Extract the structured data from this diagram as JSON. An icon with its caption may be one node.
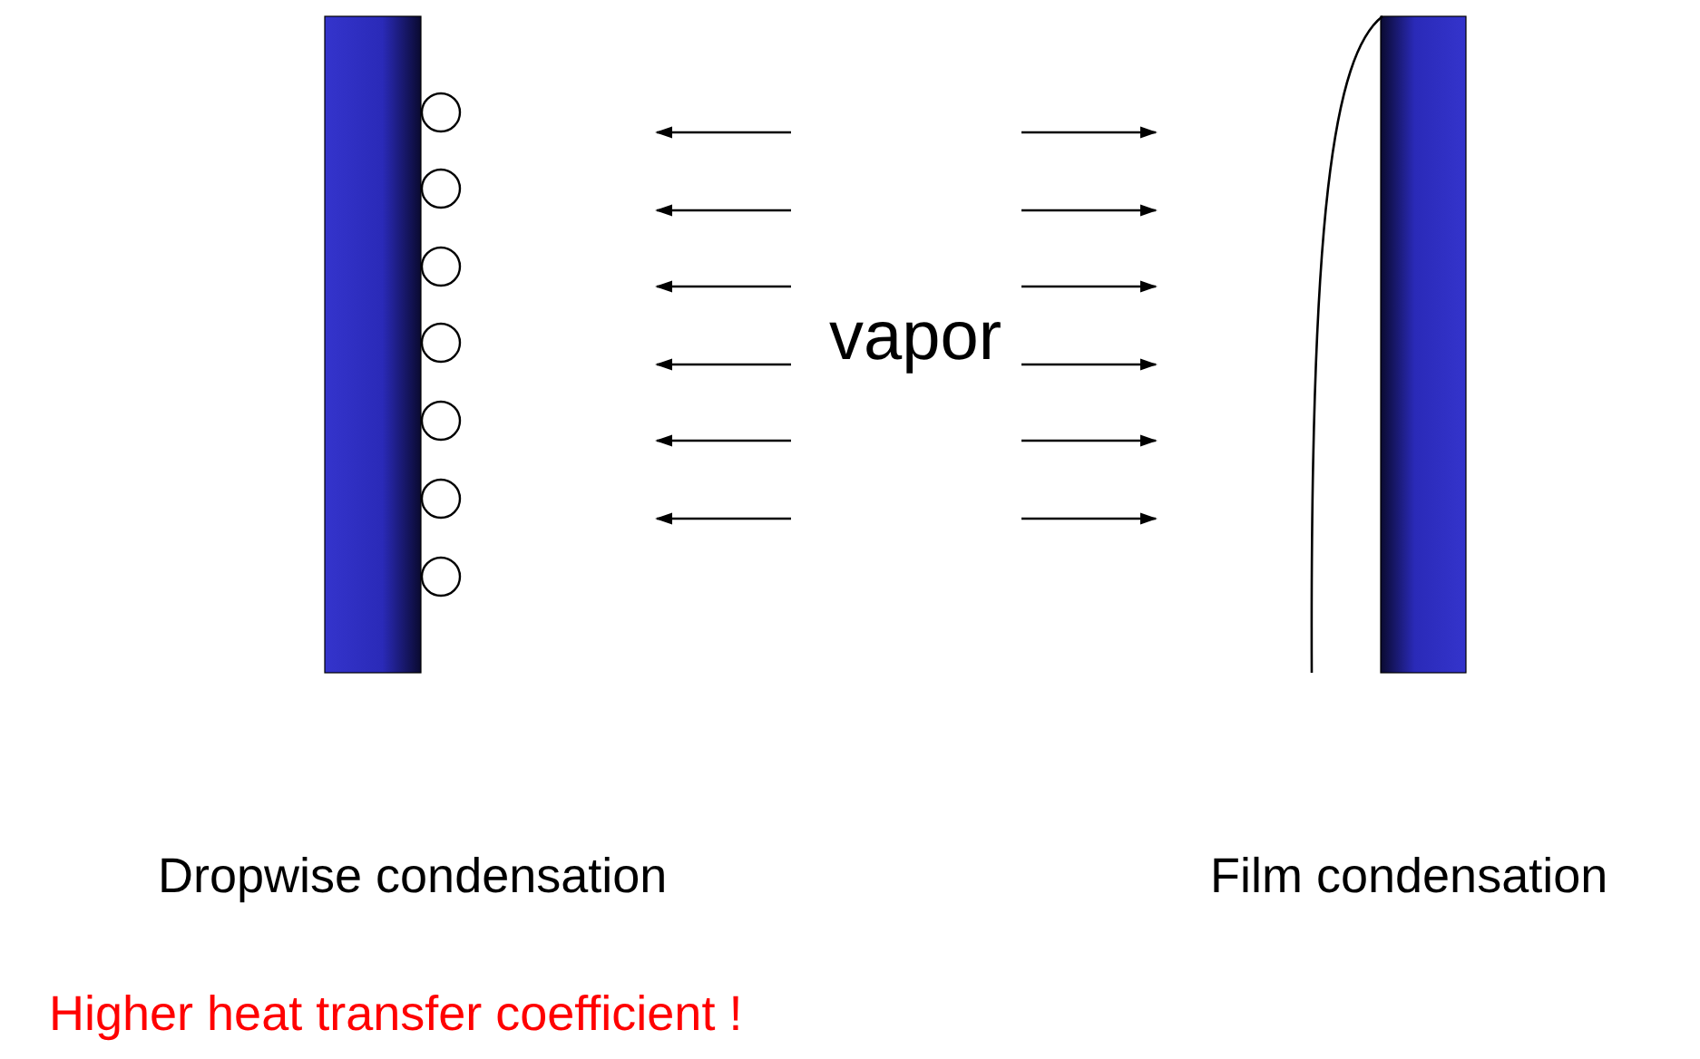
{
  "diagram": {
    "labels": [
      "vapor",
      "Dropwise condensation",
      "Film condensation",
      "Higher heat transfer coefficient !"
    ]
  }
}
